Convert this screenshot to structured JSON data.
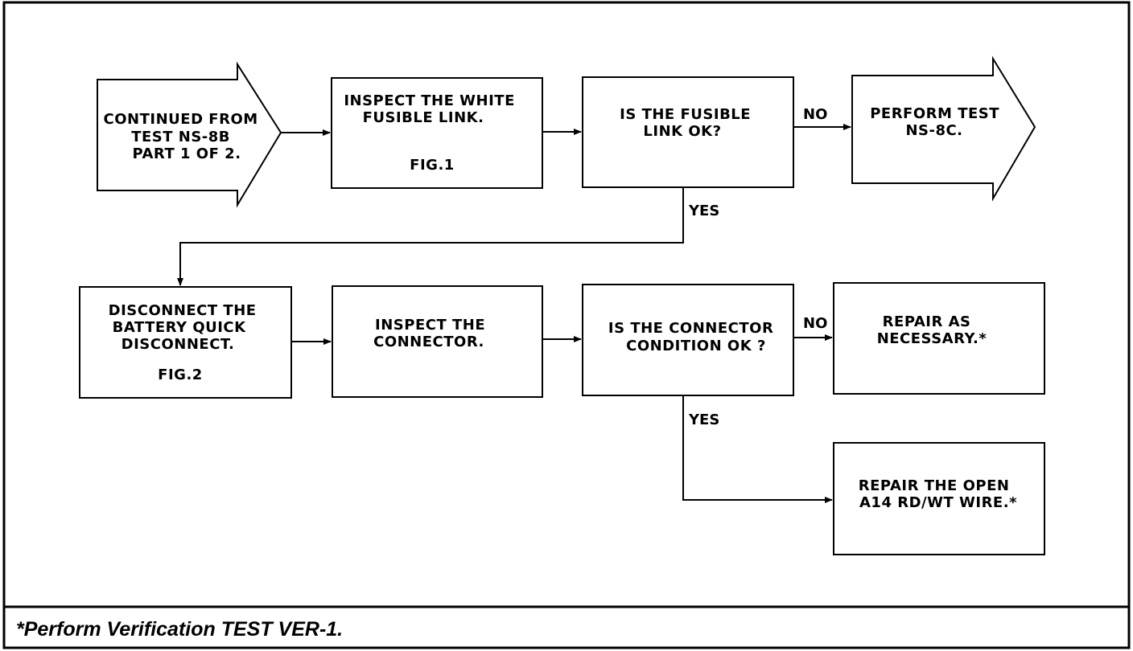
{
  "nodes": {
    "continued": {
      "lines": [
        "CONTINUED FROM",
        "TEST NS-8B",
        "PART 1 OF 2."
      ]
    },
    "inspect_link": {
      "lines": [
        "INSPECT THE WHITE",
        "FUSIBLE LINK."
      ],
      "fig": "FIG.1"
    },
    "link_ok": {
      "lines": [
        "IS THE FUSIBLE",
        "LINK OK?"
      ]
    },
    "perform_test": {
      "lines": [
        "PERFORM TEST",
        "NS-8C."
      ]
    },
    "disconnect": {
      "lines": [
        "DISCONNECT THE",
        "BATTERY QUICK",
        "DISCONNECT."
      ],
      "fig": "FIG.2"
    },
    "inspect_connector": {
      "lines": [
        "INSPECT THE",
        "CONNECTOR."
      ]
    },
    "connector_ok": {
      "lines": [
        "IS THE CONNECTOR",
        "CONDITION OK ?"
      ]
    },
    "repair_necessary": {
      "lines": [
        "REPAIR AS",
        "NECESSARY.*"
      ]
    },
    "repair_open": {
      "lines": [
        "REPAIR THE OPEN",
        "A14 RD/WT WIRE.*"
      ]
    }
  },
  "edge_labels": {
    "link_no": "NO",
    "link_yes": "YES",
    "connector_no": "NO",
    "connector_yes": "YES"
  },
  "footer": {
    "note": "*Perform Verification TEST VER-1."
  }
}
